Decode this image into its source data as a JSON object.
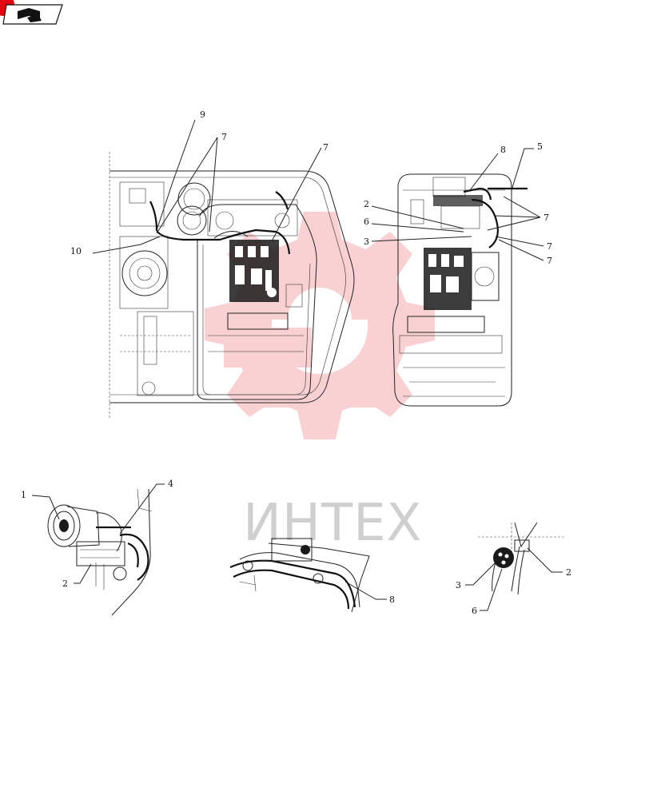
{
  "header": {
    "badge_icon": "book-pencil-icon",
    "accent": "#e30613"
  },
  "watermark": {
    "text": "ИНТЕХ",
    "logo_icon": "gear-logo-icon",
    "color": "#e30613"
  },
  "views": {
    "main_plan": {
      "callouts": [
        "9",
        "7",
        "7",
        "10"
      ]
    },
    "right_plan": {
      "callouts": [
        "8",
        "5",
        "2",
        "6",
        "3",
        "7",
        "7",
        "7"
      ]
    },
    "detail_a": {
      "callouts": [
        "1",
        "4",
        "2"
      ]
    },
    "detail_b": {
      "callouts": [
        "8"
      ]
    },
    "detail_c": {
      "callouts": [
        "3",
        "2",
        "6"
      ]
    }
  }
}
